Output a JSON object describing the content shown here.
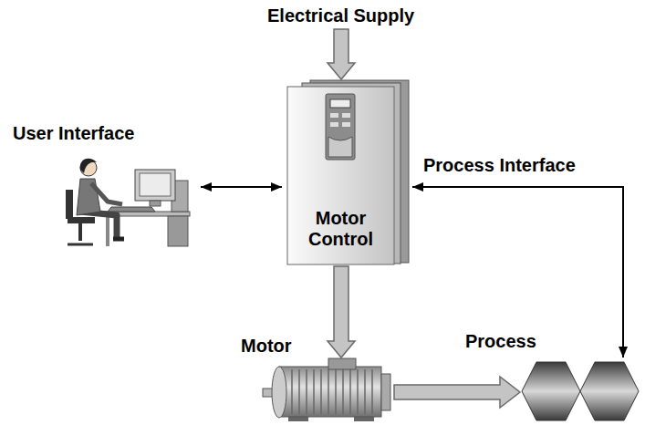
{
  "diagram": {
    "nodes": [
      {
        "text": [
          "Electrical Supply"
        ]
      },
      {
        "text": [
          "User Interface"
        ]
      },
      {
        "text": [
          "Motor Control"
        ]
      },
      {
        "text": [
          "Motor"
        ]
      },
      {
        "text": [
          "Process"
        ]
      }
    ],
    "edges": [
      {
        "from": 0,
        "to": 2,
        "arrow": "to"
      },
      {
        "from": 1,
        "to": 2,
        "arrow": "both"
      },
      {
        "from": 2,
        "to": 4,
        "arrow": "both",
        "label": "Process Interface"
      },
      {
        "from": 2,
        "to": 3,
        "arrow": "to"
      },
      {
        "from": 3,
        "to": 4,
        "arrow": "to"
      }
    ]
  }
}
